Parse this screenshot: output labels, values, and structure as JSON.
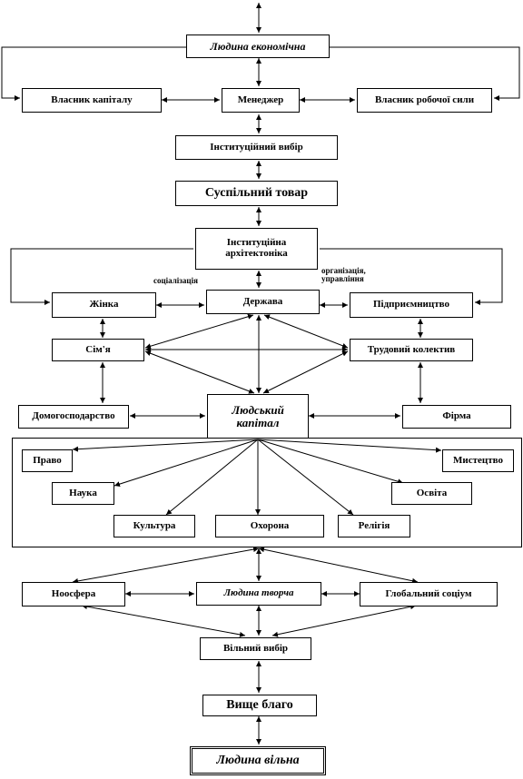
{
  "nodes": {
    "ludyna_ekonomichna": "Людина економічна",
    "vlasnyk_kapitalu": "Власник капіталу",
    "menedzher": "Менеджер",
    "vlasnyk_roboch_syly": "Власник робочої сили",
    "instytut_vybir": "Інституційний вибір",
    "suspilnyi_tovar": "Суспільний товар",
    "instytut_arkhitektonika": "Інституційна архітектоніка",
    "zhinka": "Жінка",
    "derzhava": "Держава",
    "pidpryiemnytstvo": "Підприємництво",
    "simia": "Сім'я",
    "trudovyi_kolektyv": "Трудовий колектив",
    "domohospodarstvo": "Домогосподарство",
    "ludskyi_kapital": "Людський капітал",
    "firma": "Фірма",
    "pravo": "Право",
    "mystetstvo": "Мистецтво",
    "nauka": "Наука",
    "osvita": "Освіта",
    "kultura": "Культура",
    "okhorona": "Охорона",
    "relihiia": "Релігія",
    "noosfera": "Ноосфера",
    "ludyna_tvorcha": "Людина творча",
    "hlobalnyi_sotsium": "Глобальний соціум",
    "vilnyi_vybir": "Вільний вибір",
    "vyshche_blaho": "Вище благо",
    "ludyna_vilna": "Людина вільна"
  },
  "labels": {
    "sotsializatsiia": "соціалізація",
    "orhanizatsiia_upravlinnia": "організація, управління"
  }
}
